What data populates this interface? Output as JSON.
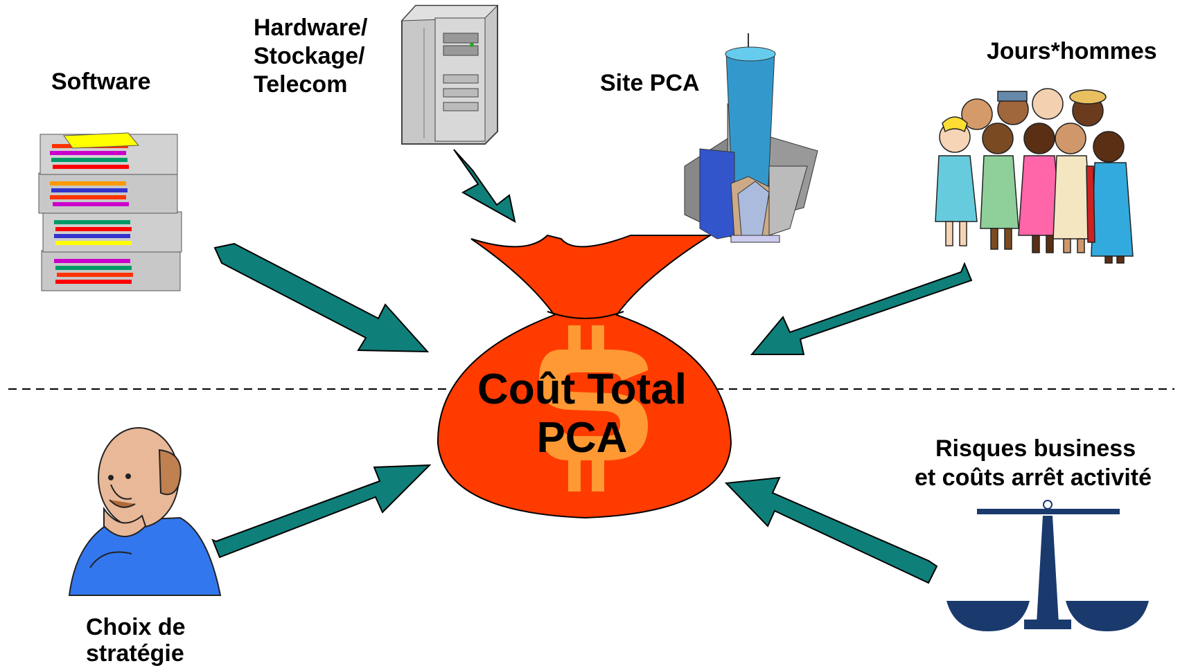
{
  "labels": {
    "software": "Software",
    "hardware": [
      "Hardware/",
      "Stockage/",
      "Telecom"
    ],
    "site": "Site PCA",
    "jours": "Jours*hommes",
    "choix": [
      "Choix de",
      "stratégie"
    ],
    "risques": [
      "Risques business",
      "et coûts arrêt activité"
    ]
  },
  "center": {
    "line1": "Coût Total",
    "line2": "PCA",
    "symbol": "$"
  },
  "icons": {
    "software": "stacked-books-icon",
    "hardware": "computer-tower-icon",
    "site": "skyscraper-city-icon",
    "people": "group-of-people-icon",
    "thinker": "thinking-man-icon",
    "scale": "balance-scale-icon",
    "bag": "money-bag-icon"
  },
  "colors": {
    "arrow": "#0f7f7a",
    "bag": "#ff3b00",
    "dollar": "#ff9933",
    "scale": "#1a3a6e"
  }
}
